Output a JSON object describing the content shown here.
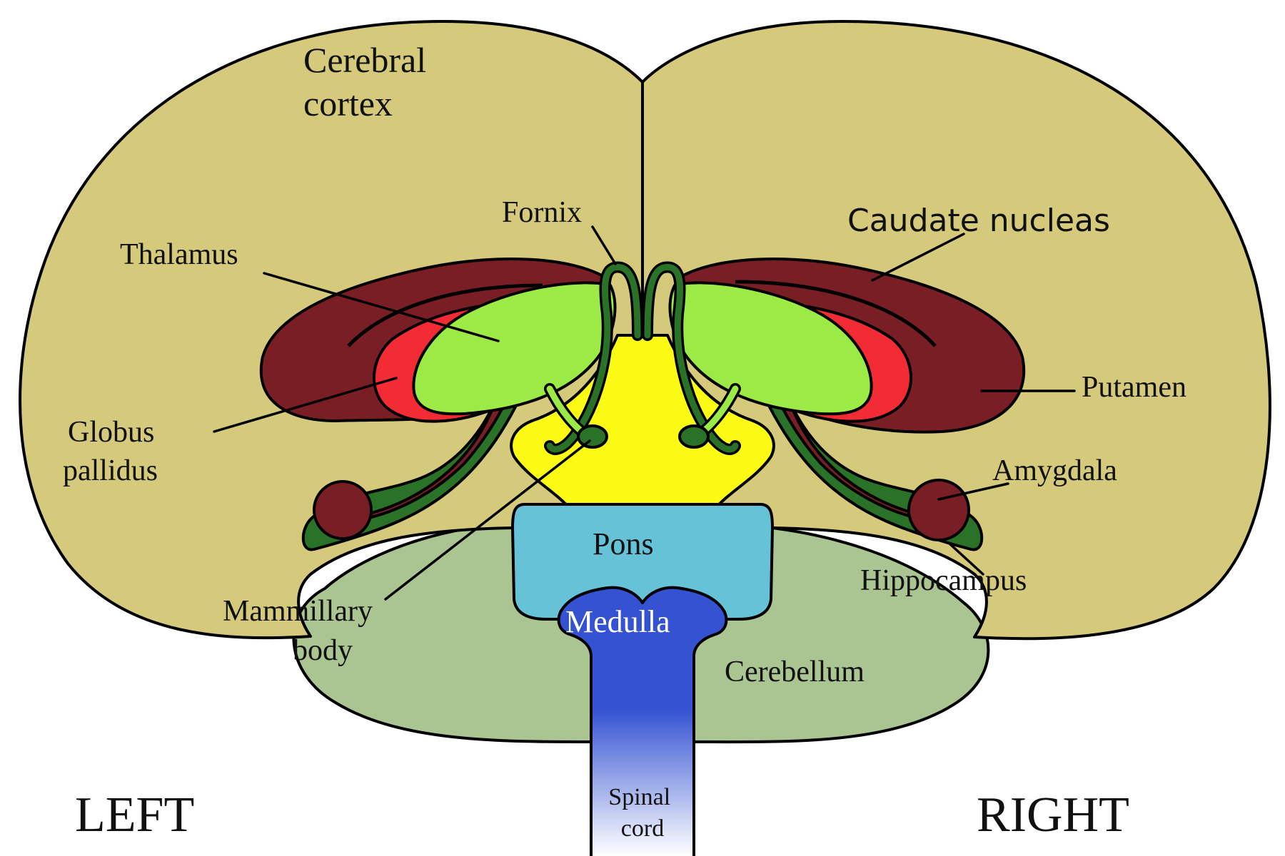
{
  "colors": {
    "cortex": "#d5c97c",
    "cerebellum": "#aac592",
    "caudate": "#7a1e26",
    "globus": "#f22b35",
    "thalamus": "#9cea45",
    "hippocampus": "#2a7228",
    "midbrain": "#fafa14",
    "pons": "#66c3d7",
    "medulla": "#3452d2",
    "spinal_fade": "#ffffff"
  },
  "labels": {
    "cerebral_cortex": [
      "Cerebral",
      "cortex"
    ],
    "fornix": "Fornix",
    "caudate_nucleas": "Caudate nucleas",
    "thalamus": "Thalamus",
    "putamen": "Putamen",
    "globus_pallidus": [
      "Globus",
      "pallidus"
    ],
    "amygdala": "Amygdala",
    "pons": "Pons",
    "hippocampus": "Hippocampus",
    "mammillary_body": [
      "Mammillary",
      "body"
    ],
    "medulla": "Medulla",
    "cerebellum": "Cerebellum",
    "spinal_cord": [
      "Spinal",
      "cord"
    ],
    "left": "LEFT",
    "right": "RIGHT"
  }
}
